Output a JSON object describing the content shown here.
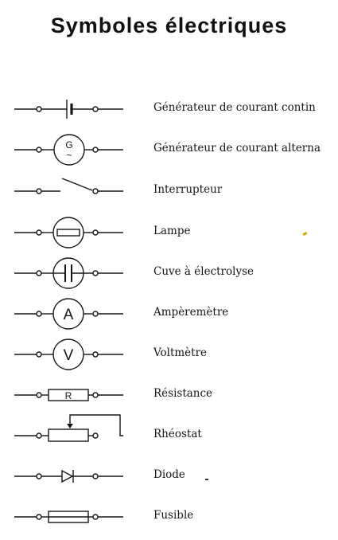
{
  "title": "Symboles électriques",
  "symbols": [
    {
      "label": "Générateur de courant contin",
      "symbol": "dc-generator"
    },
    {
      "label": "Générateur de courant alterna",
      "symbol": "ac-generator",
      "letter": "G",
      "sub": "~"
    },
    {
      "label": "Interrupteur",
      "symbol": "switch"
    },
    {
      "label": "Lampe",
      "symbol": "lamp"
    },
    {
      "label": "Cuve à électrolyse",
      "symbol": "electrolysis-cell"
    },
    {
      "label": "Ampèremètre",
      "symbol": "ammeter",
      "letter": "A"
    },
    {
      "label": "Voltmètre",
      "symbol": "voltmeter",
      "letter": "V"
    },
    {
      "label": "Résistance",
      "symbol": "resistor",
      "letter": "R"
    },
    {
      "label": "Rhéostat",
      "symbol": "rheostat"
    },
    {
      "label": "Diode",
      "symbol": "diode"
    },
    {
      "label": "Fusible",
      "symbol": "fuse"
    }
  ],
  "colors": {
    "ink": "#161616",
    "speck": "#c9a600"
  }
}
